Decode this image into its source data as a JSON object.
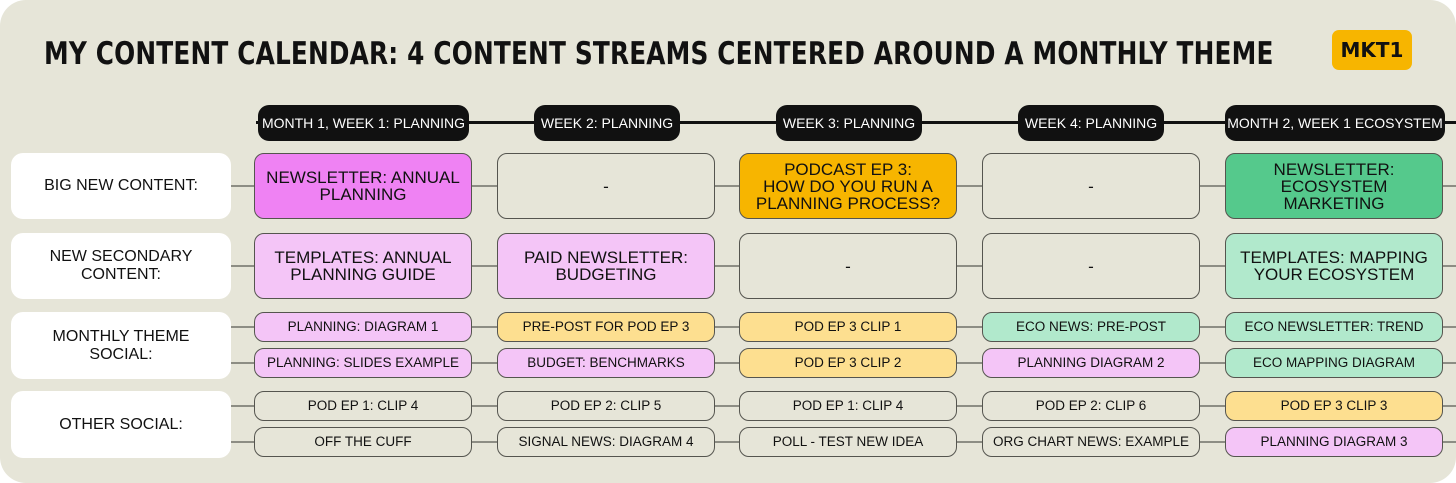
{
  "title": "MY CONTENT CALENDAR: 4 CONTENT STREAMS CENTERED AROUND A MONTHLY THEME",
  "badge": "MKT1",
  "weeks": [
    "MONTH 1, WEEK 1: PLANNING",
    "WEEK 2: PLANNING",
    "WEEK 3: PLANNING",
    "WEEK 4: PLANNING",
    "MONTH 2, WEEK 1 ECOSYSTEM"
  ],
  "colors": {
    "magenta": "#ef82f3",
    "lilac": "#f4c5f7",
    "amber": "#f7b500",
    "yellow": "#fddf90",
    "green": "#55c98c",
    "mint": "#b1e9cc",
    "background": "#e6e5d8"
  },
  "rows": [
    {
      "label": "BIG NEW CONTENT:",
      "lines": [
        [
          {
            "text": "NEWSLETTER: ANNUAL PLANNING",
            "color": "magenta"
          },
          {
            "text": "-",
            "color": "blank"
          },
          {
            "text": "PODCAST EP 3:\nHOW DO YOU RUN A PLANNING PROCESS?",
            "color": "amber"
          },
          {
            "text": "-",
            "color": "blank"
          },
          {
            "text": "NEWSLETTER: ECOSYSTEM MARKETING",
            "color": "green"
          }
        ]
      ]
    },
    {
      "label": "NEW SECONDARY CONTENT:",
      "lines": [
        [
          {
            "text": "TEMPLATES: ANNUAL PLANNING GUIDE",
            "color": "lilac"
          },
          {
            "text": "PAID NEWSLETTER: BUDGETING",
            "color": "lilac"
          },
          {
            "text": "-",
            "color": "blank"
          },
          {
            "text": "-",
            "color": "blank"
          },
          {
            "text": "TEMPLATES: MAPPING YOUR ECOSYSTEM",
            "color": "mint"
          }
        ]
      ]
    },
    {
      "label": "MONTHLY THEME SOCIAL:",
      "lines": [
        [
          {
            "text": "PLANNING: DIAGRAM 1",
            "color": "lilac"
          },
          {
            "text": "PRE-POST FOR POD EP 3",
            "color": "yellow"
          },
          {
            "text": "POD EP 3 CLIP 1",
            "color": "yellow"
          },
          {
            "text": "ECO NEWS: PRE-POST",
            "color": "mint"
          },
          {
            "text": "ECO NEWSLETTER: TREND",
            "color": "mint"
          }
        ],
        [
          {
            "text": "PLANNING: SLIDES EXAMPLE",
            "color": "lilac"
          },
          {
            "text": "BUDGET: BENCHMARKS",
            "color": "lilac"
          },
          {
            "text": "POD EP 3 CLIP 2",
            "color": "yellow"
          },
          {
            "text": "PLANNING DIAGRAM 2",
            "color": "lilac"
          },
          {
            "text": "ECO MAPPING DIAGRAM",
            "color": "mint"
          }
        ]
      ]
    },
    {
      "label": "OTHER SOCIAL:",
      "lines": [
        [
          {
            "text": "POD EP 1: CLIP 4",
            "color": "blank"
          },
          {
            "text": "POD EP 2: CLIP 5",
            "color": "blank"
          },
          {
            "text": "POD EP 1: CLIP 4",
            "color": "blank"
          },
          {
            "text": "POD EP 2: CLIP 6",
            "color": "blank"
          },
          {
            "text": "POD EP 3 CLIP 3",
            "color": "yellow"
          }
        ],
        [
          {
            "text": "OFF THE CUFF",
            "color": "blank"
          },
          {
            "text": "SIGNAL NEWS: DIAGRAM 4",
            "color": "blank"
          },
          {
            "text": "POLL - TEST NEW IDEA",
            "color": "blank"
          },
          {
            "text": "ORG CHART NEWS: EXAMPLE",
            "color": "blank"
          },
          {
            "text": "PLANNING DIAGRAM 3",
            "color": "lilac"
          }
        ]
      ]
    }
  ]
}
